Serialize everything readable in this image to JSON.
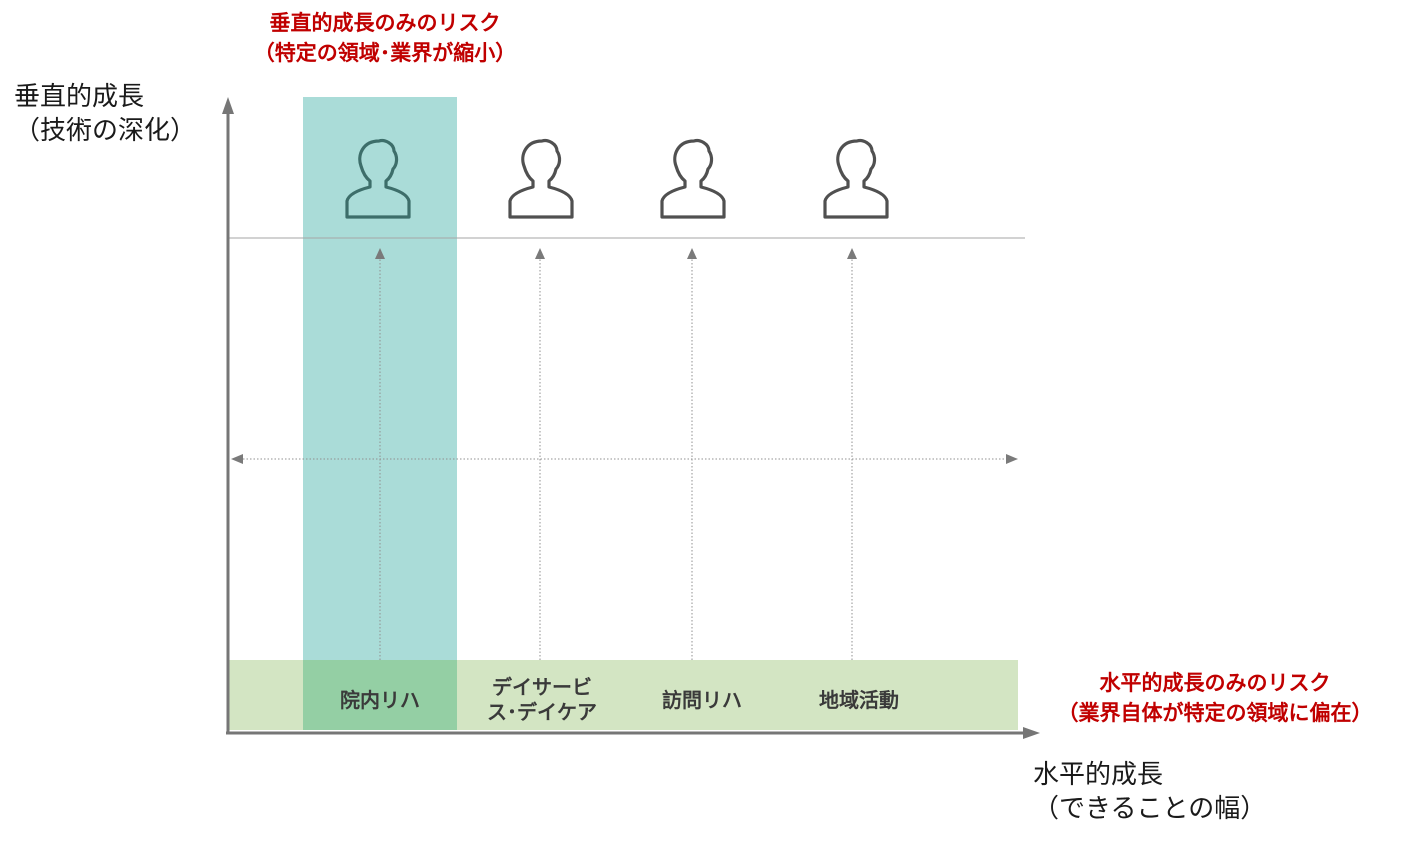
{
  "vertical_risk": {
    "line1": "垂直的成長のみのリスク",
    "line2": "（特定の領域･業界が縮小）"
  },
  "y_axis": {
    "line1": "垂直的成長",
    "line2": "（技術の深化）"
  },
  "x_axis": {
    "line1": "水平的成長",
    "line2": "（できることの幅）"
  },
  "horizontal_risk": {
    "line1": "水平的成長のみのリスク",
    "line2": "（業界自体が特定の領域に偏在）"
  },
  "categories": [
    {
      "line1": "院内リハ",
      "line2": ""
    },
    {
      "line1": "デイサービ",
      "line2": "ス･デイケア"
    },
    {
      "line1": "訪問リハ",
      "line2": ""
    },
    {
      "line1": "地域活動",
      "line2": ""
    }
  ],
  "colors": {
    "highlight_column": "#aadcd8",
    "category_band": "#d3e5c3",
    "category_highlight": "#94cfa4",
    "risk_text": "#c00000",
    "axis": "#767676",
    "person_highlight": "#3d6e6a",
    "person": "#505050"
  },
  "icons": {
    "person": "person-silhouette-icon"
  }
}
